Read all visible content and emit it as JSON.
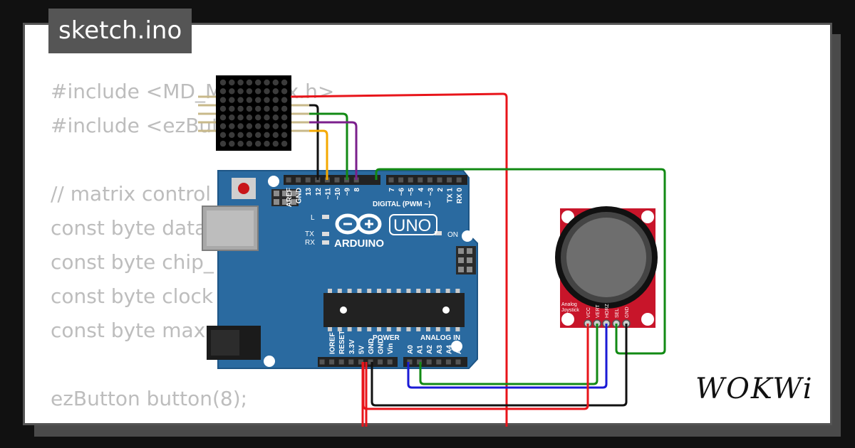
{
  "title": "sketch.ino",
  "code_lines": [
    "#include <MD_MAX72xx.h>",
    "#include <ezButton.h>",
    "",
    "// matrix control",
    "const byte data",
    "const byte chip_",
    "const byte clock",
    "const byte max",
    "",
    "ezButton button(8);"
  ],
  "board": {
    "brand": "ARDUINO",
    "model": "UNO",
    "on_label": "ON",
    "l_label": "L",
    "tx_label": "TX",
    "rx_label": "RX",
    "digital_label": "DIGITAL (PWM ~)",
    "power_label": "POWER",
    "analog_label": "ANALOG IN",
    "digital_pins": [
      "AREF",
      "GND",
      "13",
      "12",
      "~11",
      "~10",
      "~9",
      "8",
      "7",
      "~6",
      "~5",
      "4",
      "~3",
      "2",
      "TX 1",
      "RX 0"
    ],
    "power_pins": [
      "IOREF",
      "RESET",
      "3.3V",
      "5V",
      "GND",
      "GND",
      "Vin"
    ],
    "analog_pins": [
      "A0",
      "A1",
      "A2",
      "A3",
      "A4",
      "A5"
    ]
  },
  "joystick": {
    "label_line1": "Analog",
    "label_line2": "Joystick",
    "pins": [
      "VCC",
      "VERT",
      "HORZ",
      "SEL",
      "GND"
    ]
  },
  "wire_colors": {
    "red": "#e8141a",
    "black": "#111111",
    "green": "#128a14",
    "purple": "#7b1f8c",
    "orange": "#f4a800",
    "blue": "#1a1ad6"
  },
  "brand_logo": "WOKWi"
}
